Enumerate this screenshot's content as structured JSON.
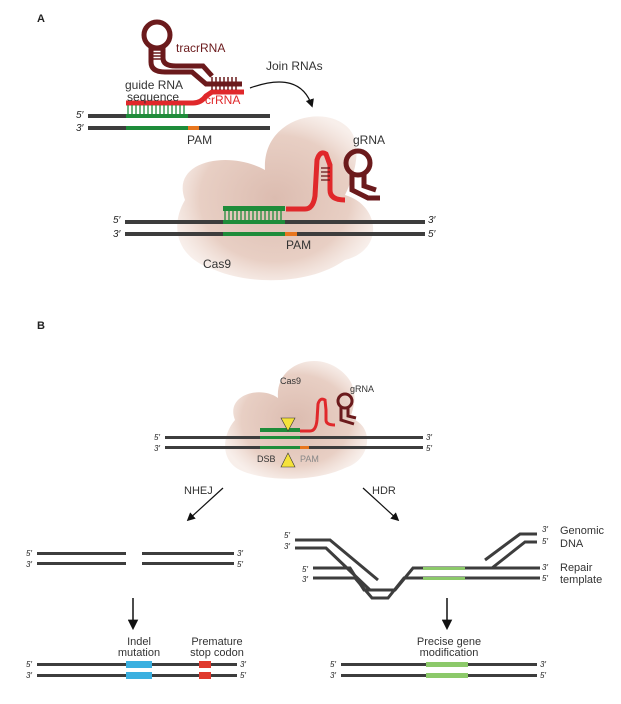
{
  "panels": {
    "a": "A",
    "b": "B"
  },
  "panel_a": {
    "tracrRNA": "tracrRNA",
    "guide_line1": "guide RNA",
    "guide_line2": "sequence",
    "crRNA": "crRNA",
    "join": "Join RNAs",
    "gRNA": "gRNA",
    "cas9": "Cas9",
    "pam_top": "PAM",
    "pam_bottom": "PAM",
    "ends": {
      "five": "5′",
      "three": "3′"
    }
  },
  "panel_b": {
    "cas9": "Cas9",
    "gRNA": "gRNA",
    "dsb": "DSB",
    "pam": "PAM",
    "nhej": "NHEJ",
    "hdr": "HDR",
    "genomic_line1": "Genomic",
    "genomic_line2": "DNA",
    "repair_line1": "Repair",
    "repair_line2": "template",
    "indel_line1": "Indel",
    "indel_line2": "mutation",
    "stop_line1": "Premature",
    "stop_line2": "stop codon",
    "precise_line1": "Precise gene",
    "precise_line2": "modification",
    "ends": {
      "five": "5′",
      "three": "3′"
    }
  },
  "colors": {
    "dna": "#3d3d3d",
    "guide_green": "#1e8c3a",
    "repair_green": "#8cc96a",
    "crRNA_red": "#e0282b",
    "tracr_maroon": "#6b1a1c",
    "pam_orange": "#e8761e",
    "cas9_blob": "#e8cfc4",
    "indel_blue": "#3bb0e0",
    "stop_red": "#e03a2e",
    "dsb_yellow": "#f5e23a"
  }
}
